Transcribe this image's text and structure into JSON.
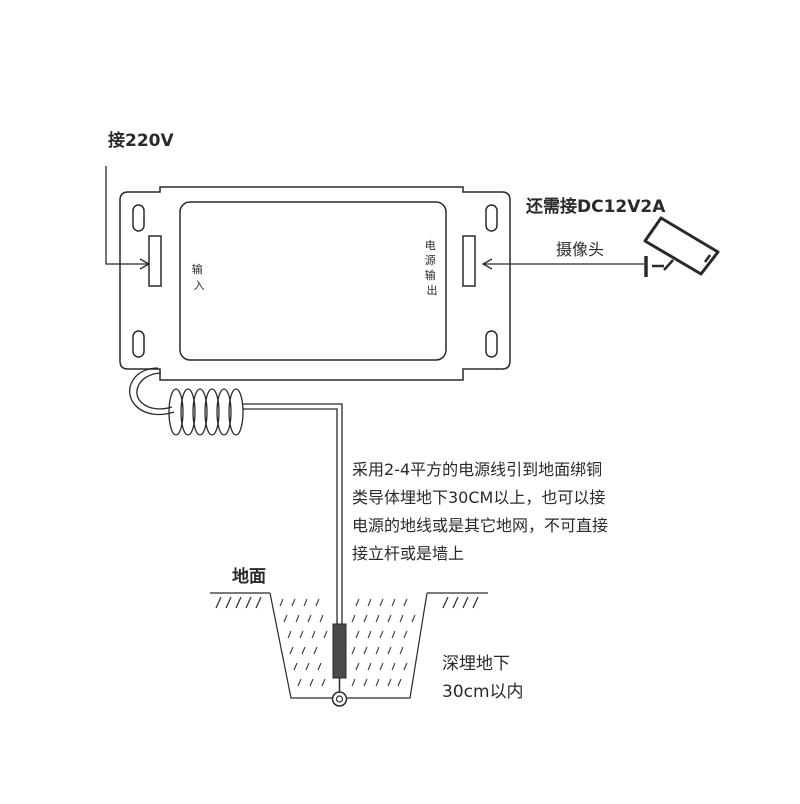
{
  "diagram": {
    "input_power_label": "接220V",
    "extra_power_label": "还需接DC12V2A",
    "camera_label": "摄像头",
    "box": {
      "input_chars": [
        "输",
        "入"
      ],
      "output_chars": [
        "电",
        "源",
        "输",
        "出"
      ]
    },
    "grounding_note": [
      "采用2-4平方的电源线引到地面绑铜",
      "类导体埋地下30CM以上，也可以接",
      "电源的地线或是其它地网，不可直接",
      "接立杆或是墙上"
    ],
    "ground_label": "地面",
    "bury_label": [
      "深埋地下",
      "30cm以内"
    ]
  },
  "colors": {
    "stroke": "#2a2a2a",
    "rod_fill": "#4a4a4a",
    "background": "#ffffff"
  },
  "icons": [
    "arrow-right-icon",
    "arrow-left-icon",
    "camera-icon",
    "coiled-wire-icon",
    "ground-rod-icon"
  ]
}
